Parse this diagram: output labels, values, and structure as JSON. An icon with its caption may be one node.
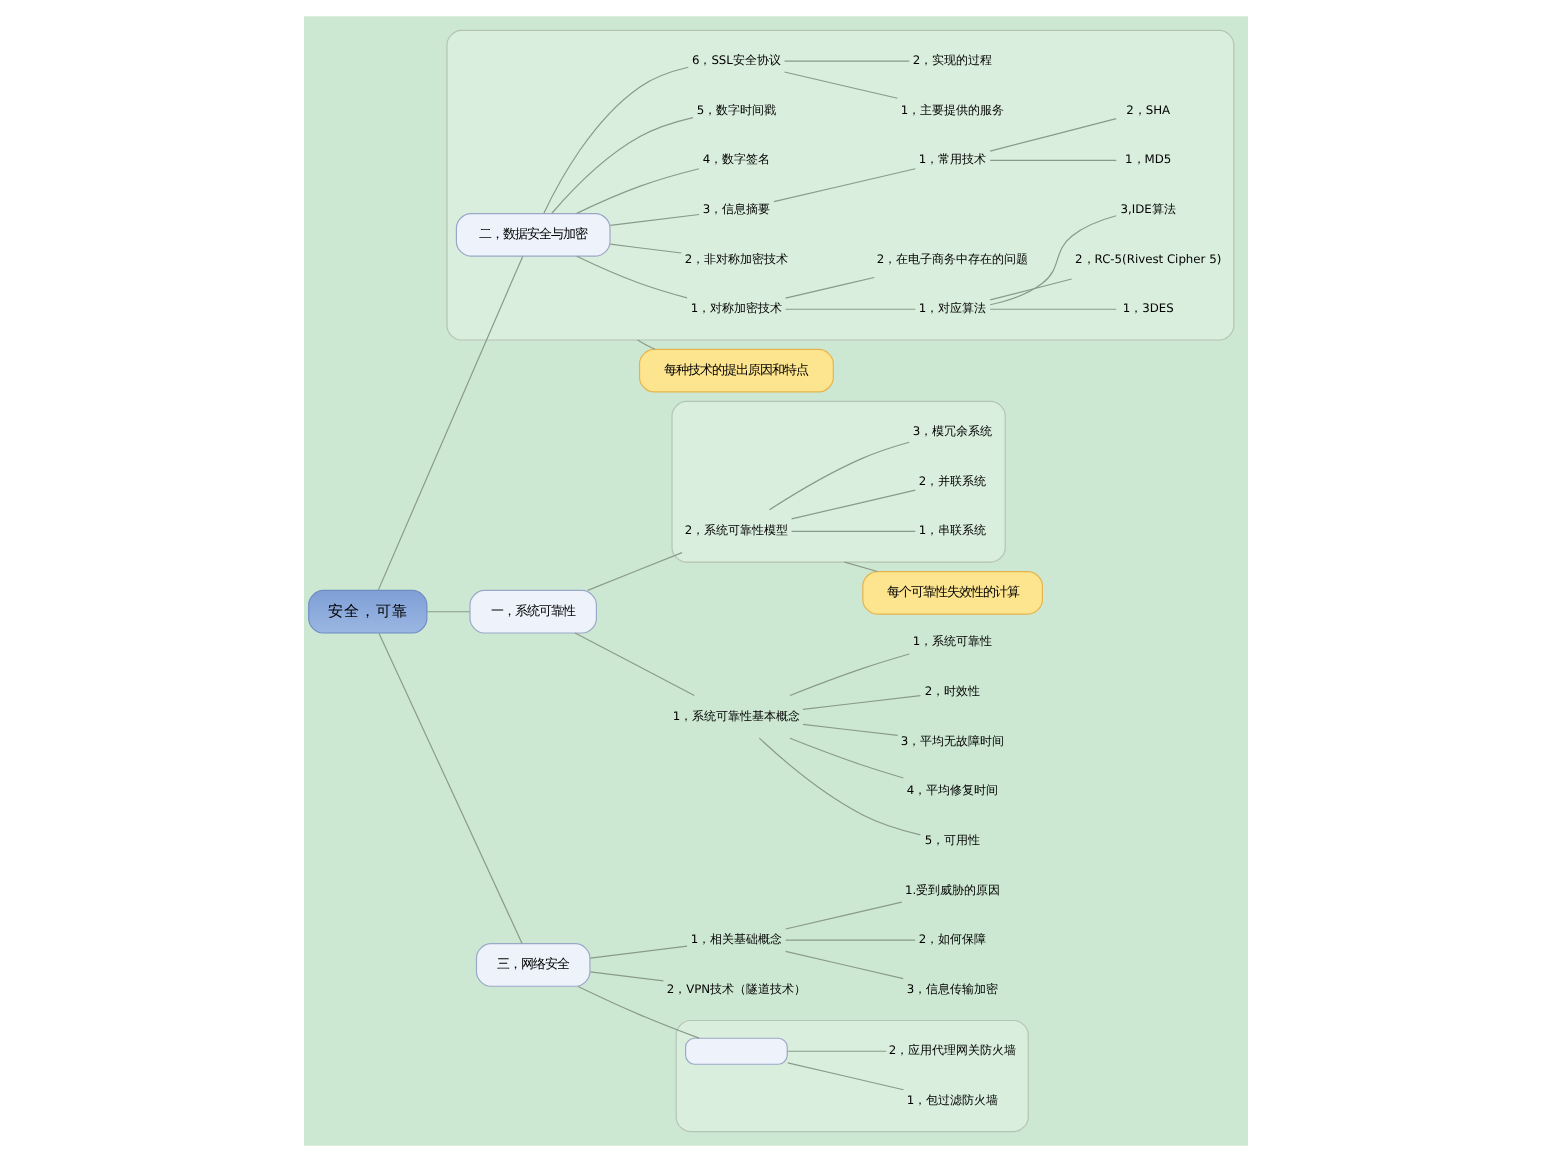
{
  "diagram": {
    "nodes": [
      {
        "text": [
          "安全，可靠"
        ]
      },
      {
        "text": [
          "一，系统可靠性"
        ]
      },
      {
        "text": [
          "1，系统可靠性基本概念"
        ]
      },
      {
        "text": [
          "1，系统可靠性"
        ]
      },
      {
        "text": [
          "2，时效性"
        ]
      },
      {
        "text": [
          "3，平均无故障时间"
        ]
      },
      {
        "text": [
          "4，平均修复时间"
        ]
      },
      {
        "text": [
          "5，可用性"
        ]
      },
      {
        "text": [],
        "shape": "cloud"
      },
      {
        "text": [
          "2，系统可靠性模型"
        ],
        "in": 8
      },
      {
        "text": [
          "1，串联系统"
        ],
        "in": 8
      },
      {
        "text": [
          "2，并联系统"
        ],
        "in": 8
      },
      {
        "text": [
          "3，模冗余系统"
        ],
        "in": 8
      },
      {
        "text": [
          "每个可靠性失效性的计算"
        ]
      },
      {
        "text": [],
        "shape": "cloud"
      },
      {
        "text": [
          "二，数据安全与加密"
        ],
        "in": 14
      },
      {
        "text": [
          "1，对称加密技术"
        ],
        "in": 14
      },
      {
        "text": [
          "1，对应算法"
        ],
        "in": 14
      },
      {
        "text": [
          "1，3DES"
        ],
        "in": 14
      },
      {
        "text": [
          "2，RC-5(Rivest Cipher 5)"
        ],
        "in": 14
      },
      {
        "text": [
          "3,IDE算法"
        ],
        "in": 14
      },
      {
        "text": [
          "2，在电子商务中存在的问题"
        ],
        "in": 14
      },
      {
        "text": [
          "2，非对称加密技术"
        ],
        "in": 14
      },
      {
        "text": [
          "3，信息摘要"
        ],
        "in": 14
      },
      {
        "text": [
          "1，常用技术"
        ],
        "in": 14
      },
      {
        "text": [
          "1，MD5"
        ],
        "in": 14
      },
      {
        "text": [
          "2，SHA"
        ],
        "in": 14
      },
      {
        "text": [
          "4，数字签名"
        ],
        "in": 14
      },
      {
        "text": [
          "5，数字时间戳"
        ],
        "in": 14
      },
      {
        "text": [
          "6，SSL安全协议"
        ],
        "in": 14
      },
      {
        "text": [
          "1，主要提供的服务"
        ],
        "in": 14
      },
      {
        "text": [
          "2，实现的过程"
        ],
        "in": 14
      },
      {
        "text": [
          "每种技术的提出原因和特点"
        ]
      },
      {
        "text": [
          "三，网络安全"
        ]
      },
      {
        "text": [
          "1，相关基础概念"
        ]
      },
      {
        "text": [
          "1.受到威胁的原因"
        ]
      },
      {
        "text": [
          "2，如何保障"
        ]
      },
      {
        "text": [
          "3，信息传输加密"
        ]
      },
      {
        "text": [
          "2，VPN技术（隧道技术）"
        ]
      },
      {
        "text": [],
        "shape": "cloud"
      },
      {
        "text": [],
        "shape": "box",
        "in": 39
      },
      {
        "text": [
          "1，包过滤防火墙"
        ],
        "in": 39
      },
      {
        "text": [
          "2，应用代理网关防火墙"
        ],
        "in": 39
      }
    ],
    "edges": [
      {
        "from": 0,
        "to": 1,
        "arrow": "none"
      },
      {
        "from": 1,
        "to": 2,
        "arrow": "none"
      },
      {
        "from": 2,
        "to": 3,
        "arrow": "none"
      },
      {
        "from": 2,
        "to": 4,
        "arrow": "none"
      },
      {
        "from": 2,
        "to": 5,
        "arrow": "none"
      },
      {
        "from": 2,
        "to": 6,
        "arrow": "none"
      },
      {
        "from": 2,
        "to": 7,
        "arrow": "none"
      },
      {
        "from": 1,
        "to": 9,
        "arrow": "none"
      },
      {
        "from": 9,
        "to": 10,
        "arrow": "none"
      },
      {
        "from": 9,
        "to": 11,
        "arrow": "none"
      },
      {
        "from": 9,
        "to": 12,
        "arrow": "none"
      },
      {
        "from": 8,
        "to": 13,
        "arrow": "none"
      },
      {
        "from": 0,
        "to": 15,
        "arrow": "none"
      },
      {
        "from": 15,
        "to": 16,
        "arrow": "none"
      },
      {
        "from": 16,
        "to": 17,
        "arrow": "none"
      },
      {
        "from": 17,
        "to": 18,
        "arrow": "none"
      },
      {
        "from": 17,
        "to": 19,
        "arrow": "none"
      },
      {
        "from": 17,
        "to": 20,
        "arrow": "none"
      },
      {
        "from": 16,
        "to": 21,
        "arrow": "none"
      },
      {
        "from": 15,
        "to": 22,
        "arrow": "none"
      },
      {
        "from": 15,
        "to": 23,
        "arrow": "none"
      },
      {
        "from": 23,
        "to": 24,
        "arrow": "none"
      },
      {
        "from": 24,
        "to": 25,
        "arrow": "none"
      },
      {
        "from": 24,
        "to": 26,
        "arrow": "none"
      },
      {
        "from": 15,
        "to": 27,
        "arrow": "none"
      },
      {
        "from": 15,
        "to": 28,
        "arrow": "none"
      },
      {
        "from": 15,
        "to": 29,
        "arrow": "none"
      },
      {
        "from": 29,
        "to": 30,
        "arrow": "none"
      },
      {
        "from": 29,
        "to": 31,
        "arrow": "none"
      },
      {
        "from": 14,
        "to": 32,
        "arrow": "none"
      },
      {
        "from": 0,
        "to": 33,
        "arrow": "none"
      },
      {
        "from": 33,
        "to": 34,
        "arrow": "none"
      },
      {
        "from": 34,
        "to": 35,
        "arrow": "none"
      },
      {
        "from": 34,
        "to": 36,
        "arrow": "none"
      },
      {
        "from": 34,
        "to": 37,
        "arrow": "none"
      },
      {
        "from": 33,
        "to": 38,
        "arrow": "none"
      },
      {
        "from": 33,
        "to": 40,
        "arrow": "none"
      },
      {
        "from": 40,
        "to": 41,
        "arrow": "none"
      },
      {
        "from": 40,
        "to": 42,
        "arrow": "none"
      }
    ]
  }
}
